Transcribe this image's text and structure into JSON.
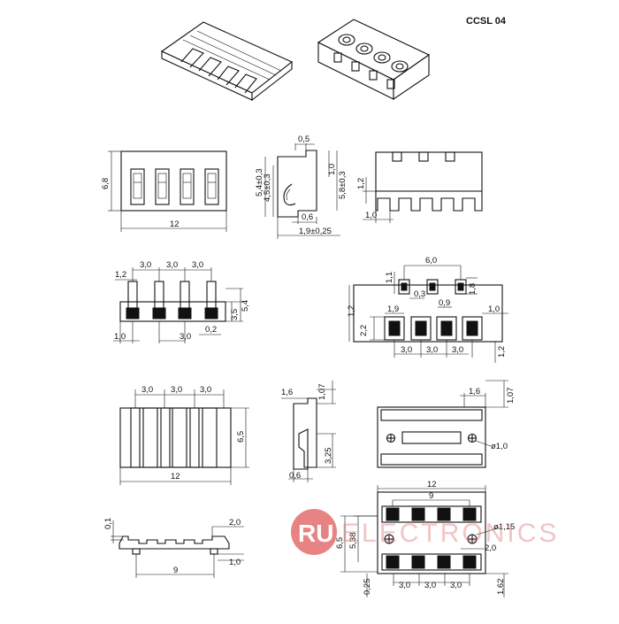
{
  "part_code": "CCSL 04",
  "watermark": {
    "badge": "RU",
    "text": "ELECTRONICS",
    "color": "#e05a5a"
  },
  "front_view": {
    "height": "6,8",
    "width": "12"
  },
  "side_view": {
    "top": "0,5",
    "a": "5,4±0,3",
    "b": "4,5±0,3",
    "c": "1,0",
    "d": "5,8±0,3",
    "e": "0,6",
    "f": "1,9±0,25"
  },
  "back_view": {
    "h": "1,2",
    "w": "1,0"
  },
  "pin_view": {
    "p1": "3,0",
    "p2": "3,0",
    "p3": "3,0",
    "top": "1,2",
    "h1": "3,5",
    "h2": "5,4",
    "left": "1,0",
    "mid": "3,0",
    "gap": "0,2"
  },
  "footprint_view": {
    "span": "6,0",
    "pad_h": "1,1",
    "pad_gap": "0,3",
    "pad_r": "1,8",
    "pitch_small": "0,9",
    "left_h": "1,2",
    "pad2_w": "1,9",
    "pad2_h": "2,2",
    "right_w": "1,0",
    "right_h": "1,2",
    "p1": "3,0",
    "p2": "3,0",
    "p3": "3,0"
  },
  "top_view": {
    "p1": "3,0",
    "p2": "3,0",
    "p3": "3,0",
    "h": "6,5",
    "w": "12"
  },
  "side_view2": {
    "top": "1,6",
    "r": "1,07",
    "mid": "3,25",
    "bot": "0,6"
  },
  "bottom_view": {
    "a": "1,6",
    "b": "1,07",
    "hole": "ø1,0"
  },
  "edge_view": {
    "h": "0,1",
    "tab": "2,0",
    "pitch": "9",
    "bot": "1,0"
  },
  "smd_view": {
    "w": "12",
    "inner": "9",
    "h1": "6,5",
    "h2": "5,38",
    "hole": "ø1,15",
    "hw": "2,0",
    "bot": "0,25",
    "p1": "3,0",
    "p2": "3,0",
    "p3": "3,0",
    "right": "1,62"
  }
}
